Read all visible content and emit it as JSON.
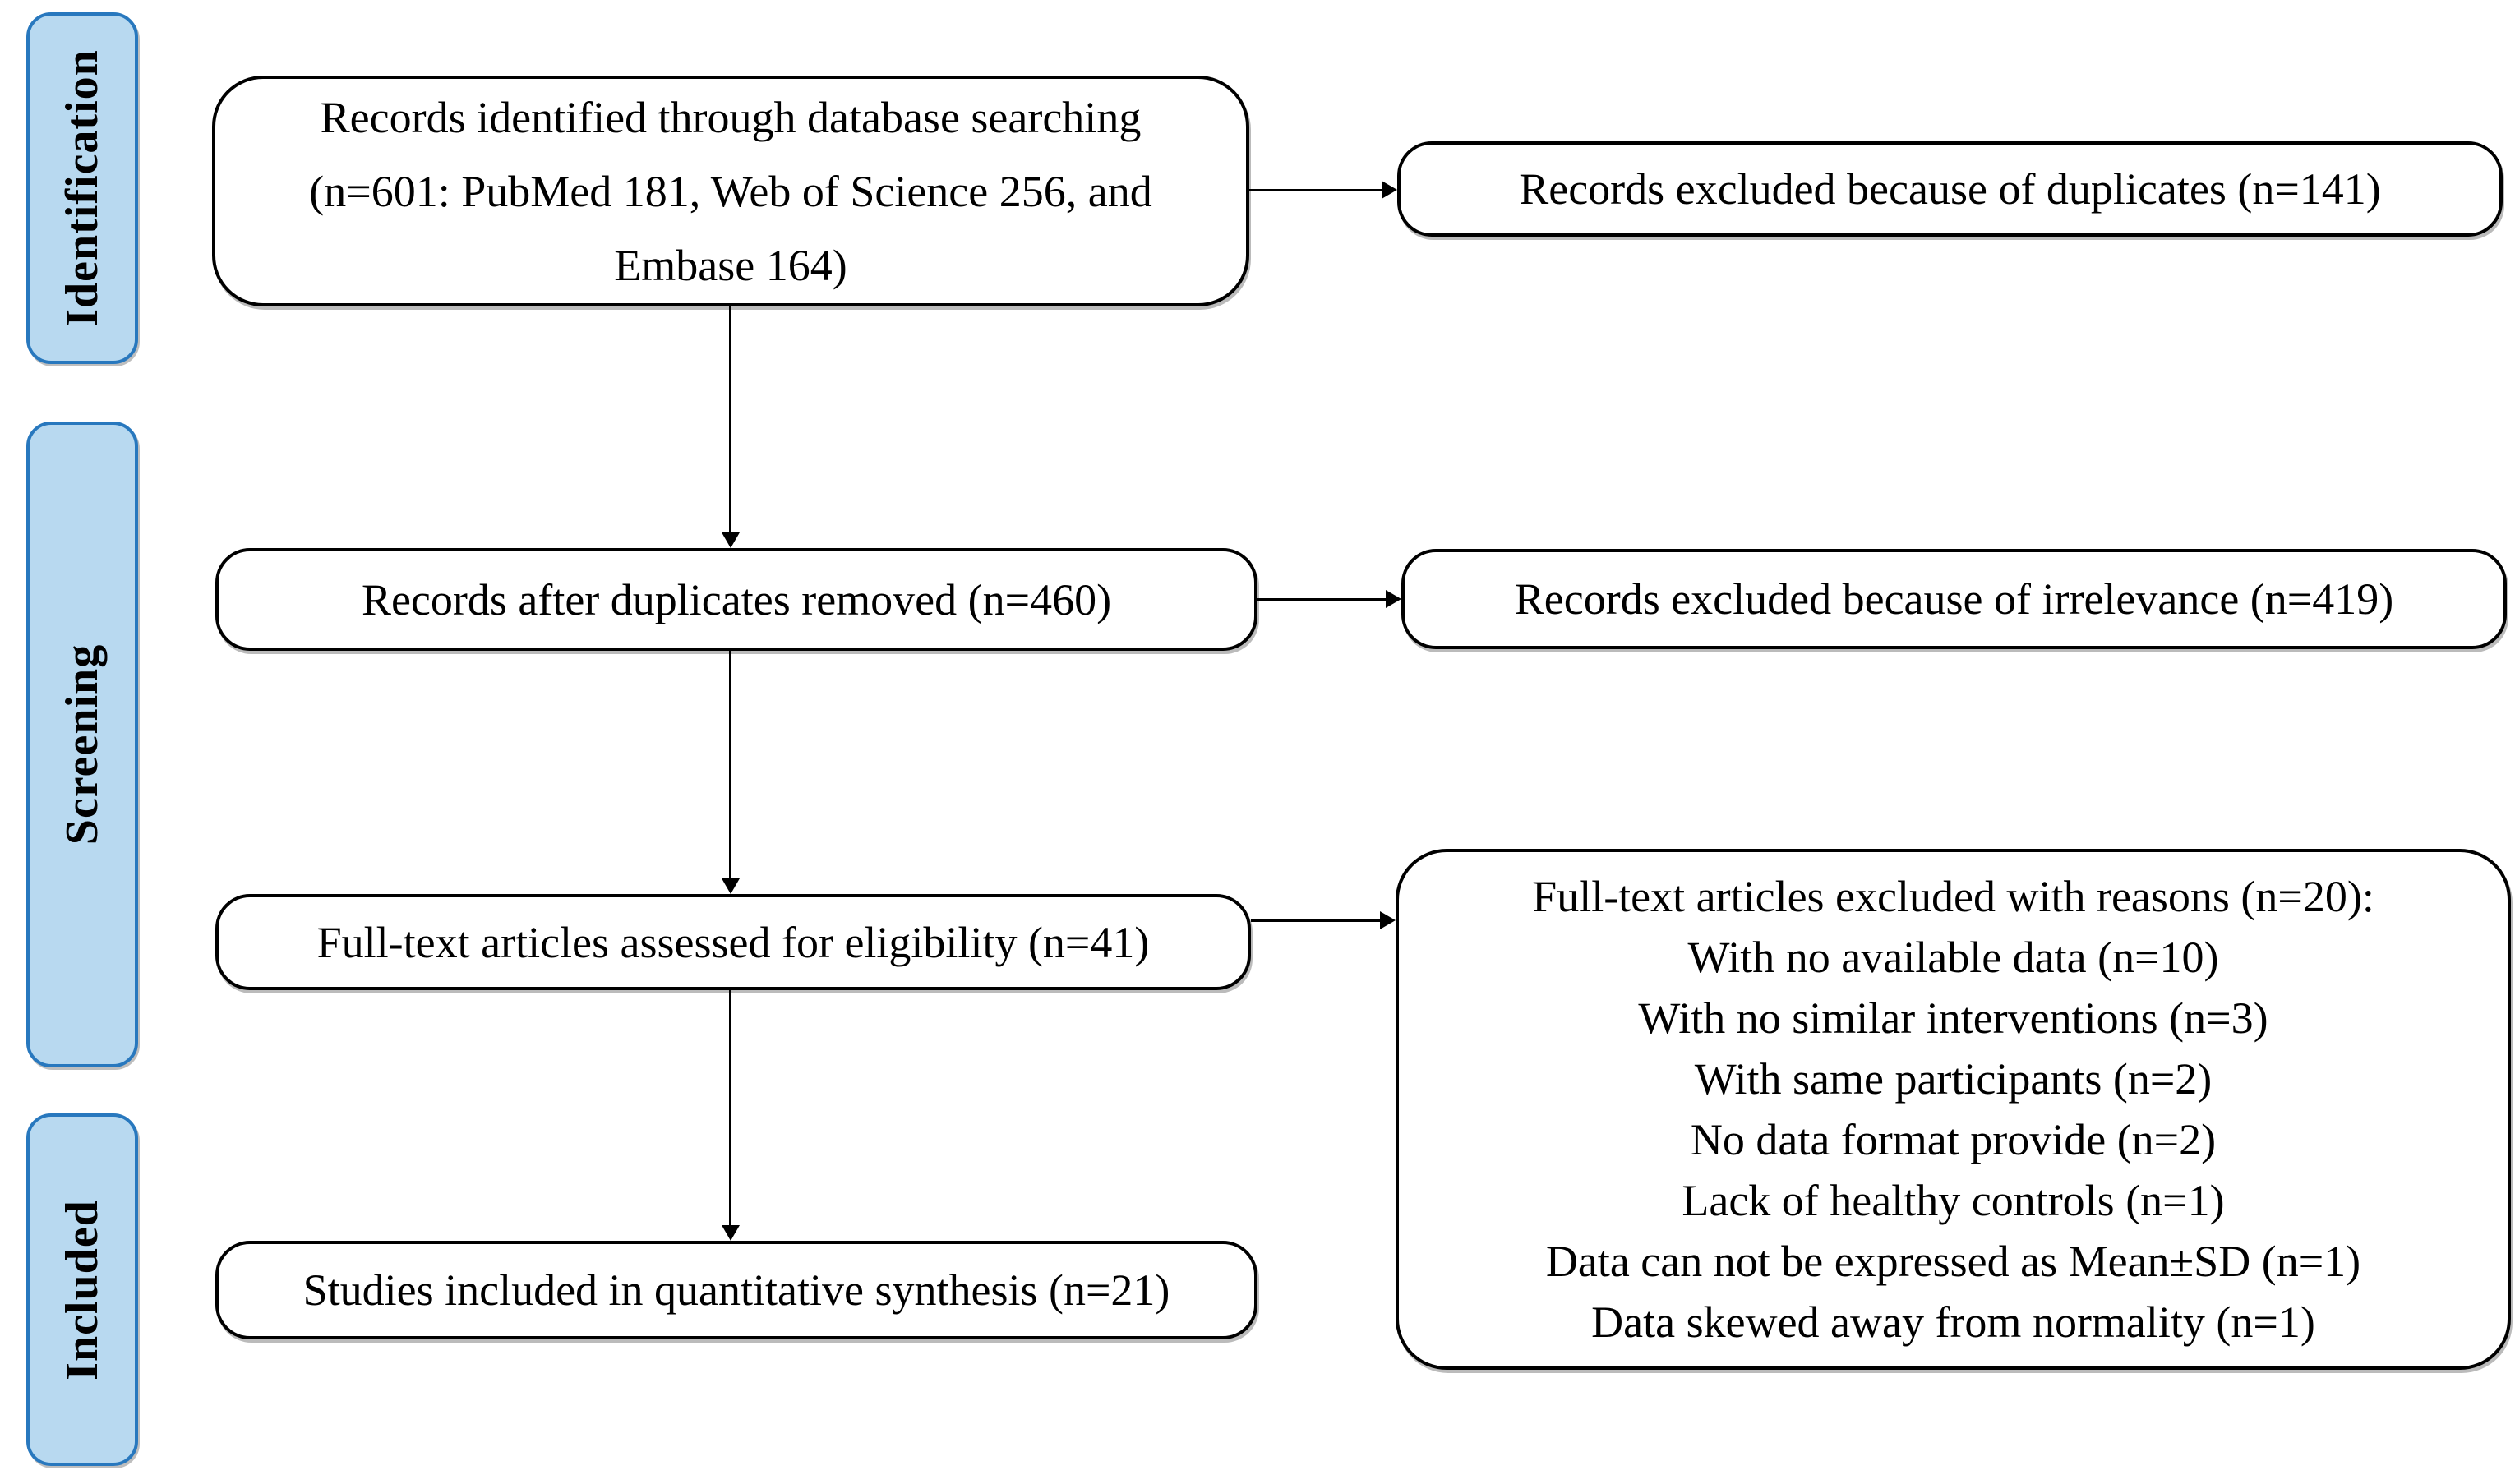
{
  "colors": {
    "stage_fill": "#b8d9f0",
    "stage_border": "#2878be",
    "box_fill": "#ffffff",
    "box_border": "#000000",
    "arrow": "#000000"
  },
  "stages": [
    {
      "label": "Identification"
    },
    {
      "label": "Screening"
    },
    {
      "label": "Included"
    }
  ],
  "flow": {
    "identified": {
      "lines": [
        "Records identified through database searching",
        "(n=601: PubMed 181, Web of Science 256, and",
        "Embase 164)"
      ]
    },
    "after_duplicates": {
      "text": "Records after duplicates removed (n=460)"
    },
    "fulltext_assessed": {
      "text": "Full-text articles assessed for eligibility (n=41)"
    },
    "included_synthesis": {
      "text": "Studies included in quantitative synthesis (n=21)"
    }
  },
  "exclusions": {
    "duplicates": {
      "text": "Records excluded because of duplicates (n=141)"
    },
    "irrelevance": {
      "text": "Records excluded because of irrelevance (n=419)"
    },
    "fulltext": {
      "title": "Full-text articles excluded with reasons (n=20):",
      "reasons": [
        "With no available data (n=10)",
        "With no similar interventions (n=3)",
        "With same participants (n=2)",
        "No data format provide (n=2)",
        "Lack of healthy controls (n=1)",
        "Data can not be expressed as Mean±SD (n=1)",
        "Data skewed away from normality (n=1)"
      ]
    }
  }
}
